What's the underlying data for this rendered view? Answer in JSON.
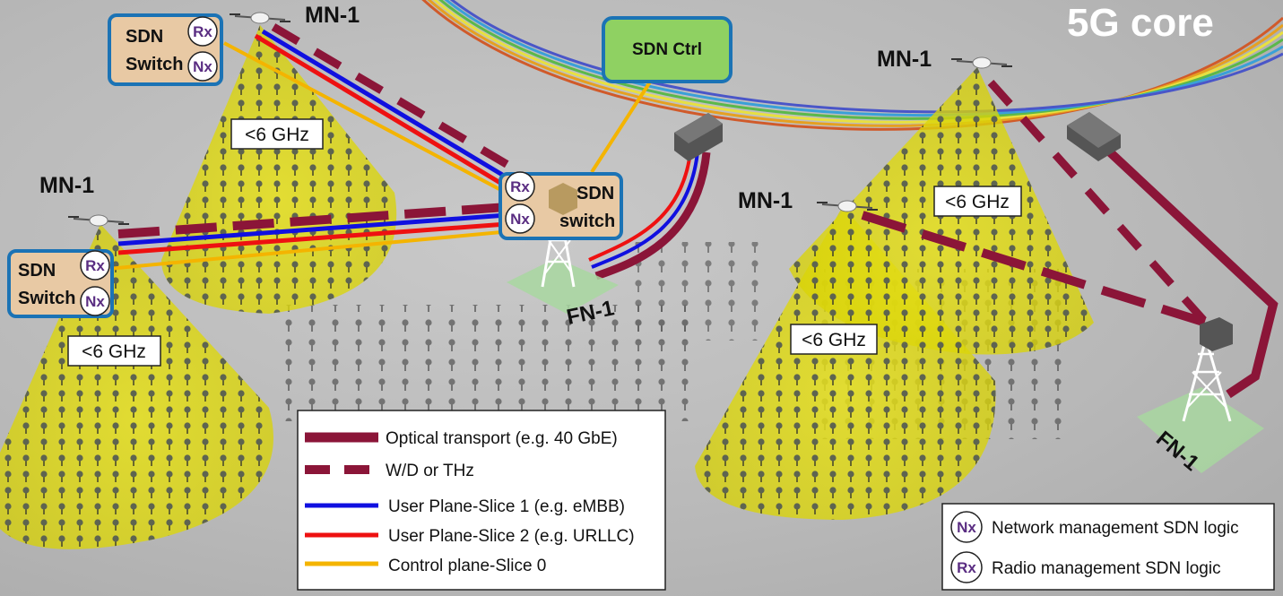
{
  "core_label": "5G core",
  "nodes": {
    "mn_top_left": "MN-1",
    "mn_left": "MN-1",
    "mn_center": "MN-1",
    "mn_right": "MN-1",
    "fn_center": "FN-1",
    "fn_right": "FN-1"
  },
  "ghz_labels": [
    "<6 GHz",
    "<6 GHz",
    "<6 GHz",
    "<6 GHz"
  ],
  "sdn_switch": {
    "line1": "SDN",
    "line2": "Switch"
  },
  "sdn_switch_center": {
    "line1": "SDN",
    "line2": "switch"
  },
  "sdn_ctrl": "SDN Ctrl",
  "badges": {
    "rx": "Rx",
    "nx": "Nx"
  },
  "legend": [
    {
      "label": "Optical transport (e.g. 40 GbE)",
      "color": "#8b1538",
      "style": "solid-thick"
    },
    {
      "label": "W/D or THz",
      "color": "#8b1538",
      "style": "dashed-thick"
    },
    {
      "label": "User Plane-Slice 1 (e.g. eMBB)",
      "color": "#1010e0",
      "style": "solid"
    },
    {
      "label": "User Plane-Slice 2 (e.g. URLLC)",
      "color": "#ee1111",
      "style": "solid"
    },
    {
      "label": "Control plane-Slice 0",
      "color": "#f4b400",
      "style": "solid"
    }
  ],
  "sdn_legend": [
    {
      "badge": "Nx",
      "label": "Network management SDN logic"
    },
    {
      "badge": "Rx",
      "label": "Radio management SDN logic"
    }
  ],
  "colors": {
    "optical": "#8b1538",
    "slice1": "#1010e0",
    "slice2": "#ee1111",
    "control": "#f4b400",
    "cone": "#e6e000",
    "switch_fill": "#e8c9a4",
    "switch_border": "#1b73b5",
    "ctrl_fill": "#8fd162",
    "badge_text": "#5a2d82"
  }
}
